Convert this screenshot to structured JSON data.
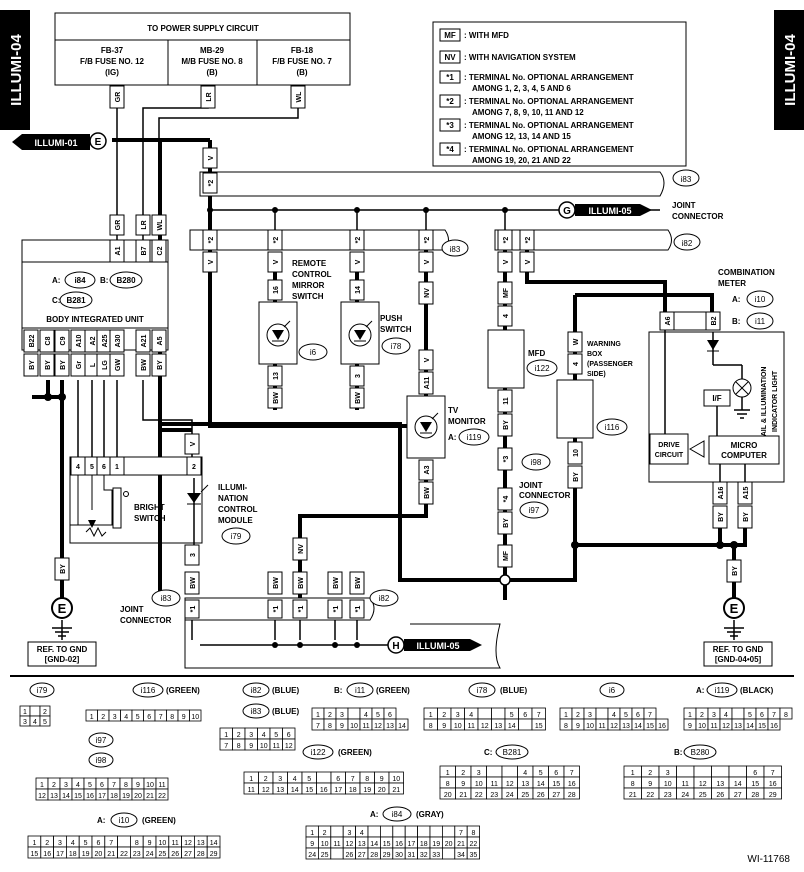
{
  "side_tab": "ILLUMI-04",
  "power": {
    "title": "TO POWER SUPPLY CIRCUIT",
    "fuses": [
      {
        "l1": "FB-37",
        "l2": "F/B FUSE NO. 12",
        "l3": "(IG)"
      },
      {
        "l1": "MB-29",
        "l2": "M/B FUSE NO. 8",
        "l3": "(B)"
      },
      {
        "l1": "FB-18",
        "l2": "F/B FUSE NO. 7",
        "l3": "(B)"
      }
    ]
  },
  "legend": [
    {
      "key": "MF",
      "l1": ": WITH MFD",
      "l2": ""
    },
    {
      "key": "NV",
      "l1": ": WITH NAVIGATION SYSTEM",
      "l2": ""
    },
    {
      "key": "*1",
      "l1": ": TERMINAL No. OPTIONAL ARRANGEMENT",
      "l2": "AMONG 1, 2, 3, 4, 5 AND 6"
    },
    {
      "key": "*2",
      "l1": ": TERMINAL No. OPTIONAL ARRANGEMENT",
      "l2": "AMONG 7, 8, 9, 10, 11 AND 12"
    },
    {
      "key": "*3",
      "l1": ": TERMINAL No. OPTIONAL ARRANGEMENT",
      "l2": "AMONG 12, 13, 14 AND 15"
    },
    {
      "key": "*4",
      "l1": ": TERMINAL No. OPTIONAL ARRANGEMENT",
      "l2": "AMONG 19, 20, 21 AND 22"
    }
  ],
  "refs": {
    "illumi01": "ILLUMI-01",
    "illumi05": "ILLUMI-05",
    "e": "E",
    "g": "G",
    "h": "H"
  },
  "wires": {
    "gr": "GR",
    "lr": "LR",
    "wl": "WL",
    "v": "V",
    "by": "BY",
    "bw": "BW",
    "nv": "NV",
    "mf": "MF",
    "w": "W",
    "l": "L",
    "lg": "LG",
    "gw": "GW"
  },
  "biu": {
    "title": "BODY INTEGRATED UNIT",
    "lbl_a": "A:",
    "lbl_b": "B:",
    "lbl_c": "C:",
    "conn_a": "i84",
    "conn_b": "B280",
    "conn_c": "B281",
    "top_pins": [
      "A1",
      "B7",
      "C2"
    ],
    "bot_pins": [
      "B22",
      "C8",
      "C9",
      "A10",
      "A2",
      "A25",
      "A30",
      "A21",
      "A5"
    ],
    "bot_wires": [
      "BY",
      "BY",
      "BY",
      "Gr",
      "L",
      "LG",
      "GW",
      "BW",
      "BY"
    ]
  },
  "jc1": {
    "label1": "JOINT",
    "label2": "CONNECTOR",
    "conn": "i83"
  },
  "jc2": {
    "conn": "i82"
  },
  "jcmark": {
    "s1": "*1",
    "s2": "*2",
    "s3": "*3",
    "s4": "*4"
  },
  "rcm": {
    "l1": "REMOTE",
    "l2": "CONTROL",
    "l3": "MIRROR",
    "l4": "SWITCH",
    "conn": "i6",
    "pin_top": "16",
    "pin_bot": "13"
  },
  "psw": {
    "l1": "PUSH",
    "l2": "SWITCH",
    "conn": "i78",
    "pin_top": "14",
    "pin_bot": "3"
  },
  "tvm": {
    "l1": "TV",
    "l2": "MONITOR",
    "conn_lbl": "A:",
    "conn": "i119",
    "pin_top": "A11",
    "pin_bot": "A3"
  },
  "mfd": {
    "label": "MFD",
    "conn": "i122",
    "pin_top": "4",
    "pin_bot": "11"
  },
  "jcm": {
    "l1": "JOINT",
    "l2": "CONNECTOR",
    "conn_a": "i98",
    "conn_b": "i97",
    "pin": "4"
  },
  "wbox": {
    "l1": "WARNING",
    "l2": "BOX",
    "l3": "(PASSENGER",
    "l4": "SIDE)",
    "conn": "i116",
    "pin_top": "4",
    "pin_bot": "10"
  },
  "cmeter": {
    "l1": "COMBINATION",
    "l2": "METER",
    "a_lbl": "A:",
    "b_lbl": "B:",
    "conn_a": "i10",
    "conn_b": "i11",
    "pin_a6": "A6",
    "pin_b2": "B2",
    "pin_a16": "A16",
    "pin_a15": "A15",
    "drive1": "DRIVE",
    "drive2": "CIRCUIT",
    "micro1": "MICRO",
    "micro2": "COMPUTER",
    "if": "I/F",
    "tail1": "TAIL & ILLUMINATION",
    "tail2": "INDICATOR LIGHT"
  },
  "icm": {
    "l1": "ILLUMI-",
    "l2": "NATION",
    "l3": "CONTROL",
    "l4": "MODULE",
    "conn": "i79",
    "bright1": "BRIGHT",
    "bright2": "SWITCH",
    "pins": [
      "4",
      "5",
      "6",
      "1",
      "2"
    ],
    "pin3": "3"
  },
  "gnd": {
    "left1": "REF. TO GND",
    "left2": "[GND-02]",
    "right1": "REF. TO GND",
    "right2": "[GND-04•05]"
  },
  "connectors": {
    "i79": "i79",
    "i116": "i116",
    "i116_c": "(GREEN)",
    "i82": "i82",
    "i82_c": "(BLUE)",
    "i83": "i83",
    "i83_c": "(BLUE)",
    "i11_lbl": "B:",
    "i11": "i11",
    "i11_c": "(GREEN)",
    "i78": "i78",
    "i78_c": "(BLUE)",
    "i6": "i6",
    "i119_lbl": "A:",
    "i119": "i119",
    "i119_c": "(BLACK)",
    "i97": "i97",
    "i98": "i98",
    "i122": "i122",
    "i122_c": "(GREEN)",
    "b281_lbl": "C:",
    "b281": "B281",
    "b280_lbl": "B:",
    "b280": "B280",
    "i10_lbl": "A:",
    "i10": "i10",
    "i10_c": "(GREEN)",
    "i84_lbl": "A:",
    "i84": "i84",
    "i84_c": "(GRAY)"
  },
  "fig_id": "WI-11768"
}
